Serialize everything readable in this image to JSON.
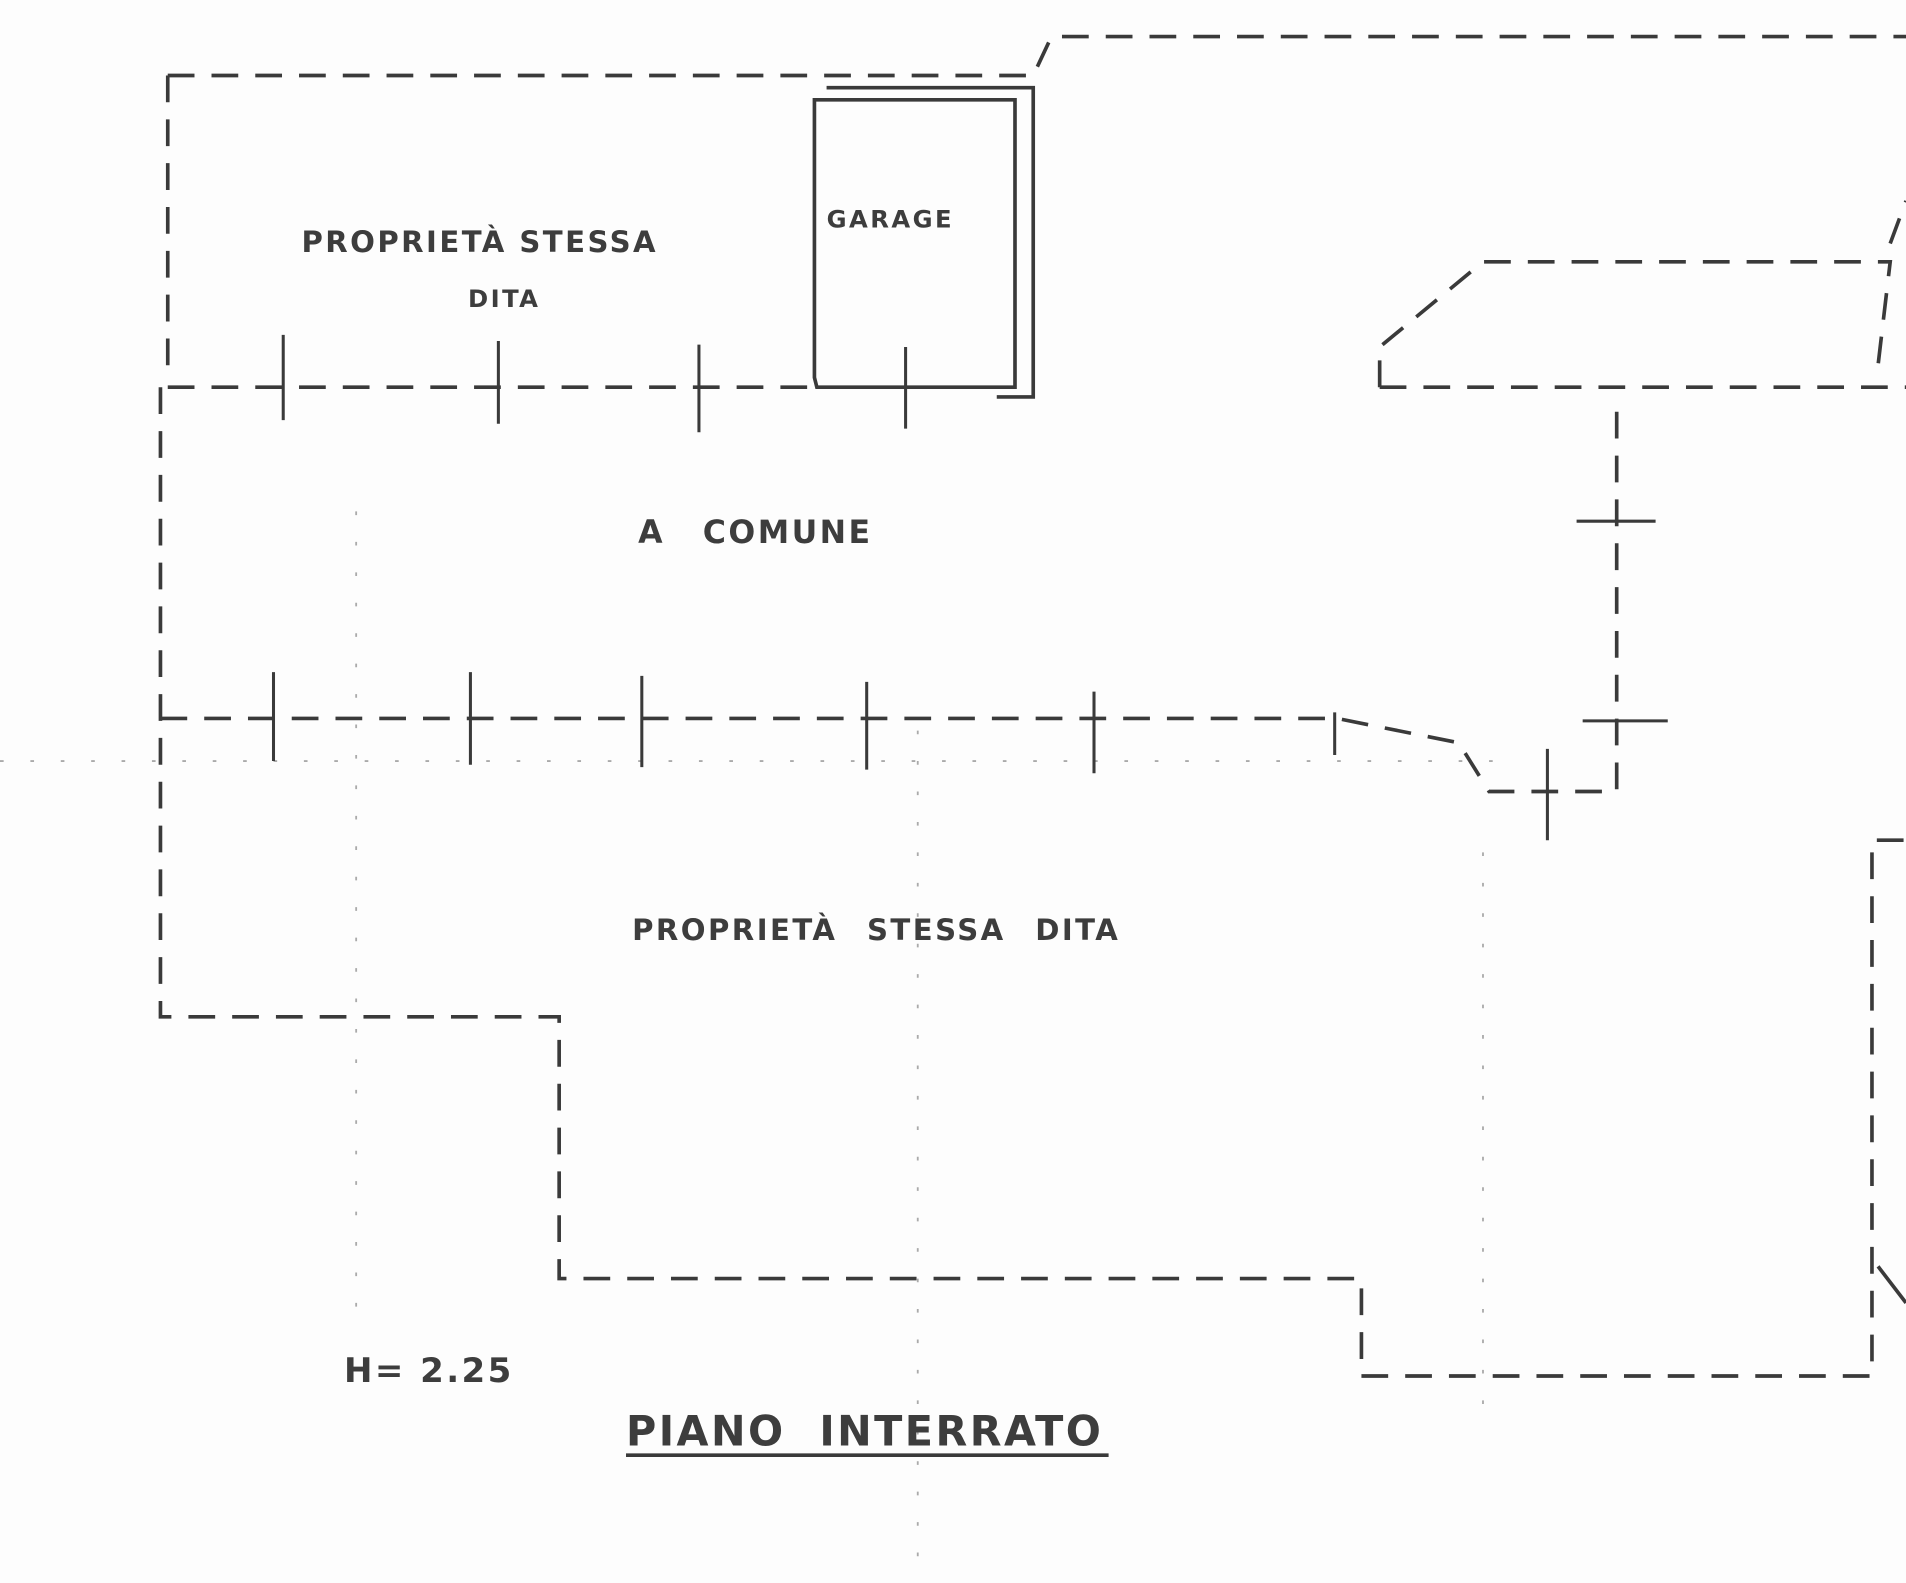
{
  "plan": {
    "top_left_label_line1": "PROPRIETÀ STESSA",
    "top_left_label_line2": "DITA",
    "garage_label": "GARAGE",
    "common_area_label": "A COMUNE",
    "bottom_label": "PROPRIETÀ STESSA DITA",
    "height_label": "H= 2.25",
    "title": "PIANO INTERRATO"
  },
  "colors": {
    "ink": "#3a3a3a",
    "paper": "#fdfdfd"
  }
}
